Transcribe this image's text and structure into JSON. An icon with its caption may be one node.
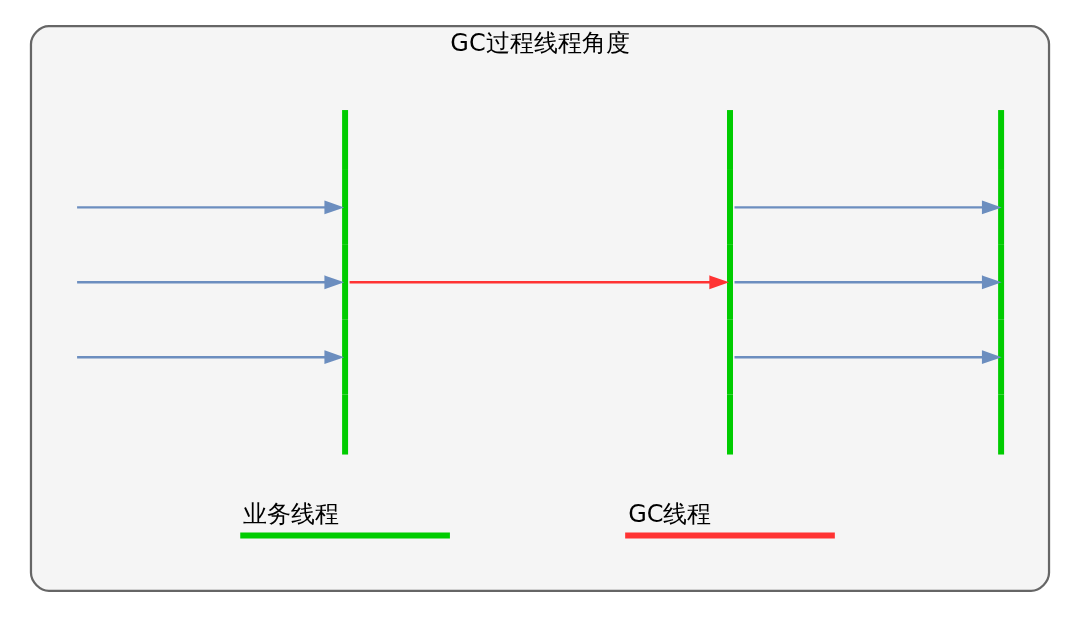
{
  "diagram": {
    "nodes": [
      {
        "text": [
          "GC过程线程角度"
        ]
      },
      {
        "text": [],
        "shape": "bar",
        "in": 0
      },
      {
        "text": [],
        "shape": "bar",
        "in": 0
      },
      {
        "text": [],
        "shape": "bar",
        "in": 0
      }
    ],
    "edges": [
      {
        "from": null,
        "to": 1,
        "arrow": "to"
      },
      {
        "from": null,
        "to": 1,
        "arrow": "to"
      },
      {
        "from": null,
        "to": 1,
        "arrow": "to"
      },
      {
        "from": 1,
        "to": 2,
        "arrow": "to",
        "color": "#ff3333"
      },
      {
        "from": 2,
        "to": 3,
        "arrow": "to"
      },
      {
        "from": 2,
        "to": 3,
        "arrow": "to"
      },
      {
        "from": 2,
        "to": 3,
        "arrow": "to"
      }
    ],
    "legend": [
      {
        "text": "业务线程"
      },
      {
        "text": "GC线程"
      }
    ]
  }
}
